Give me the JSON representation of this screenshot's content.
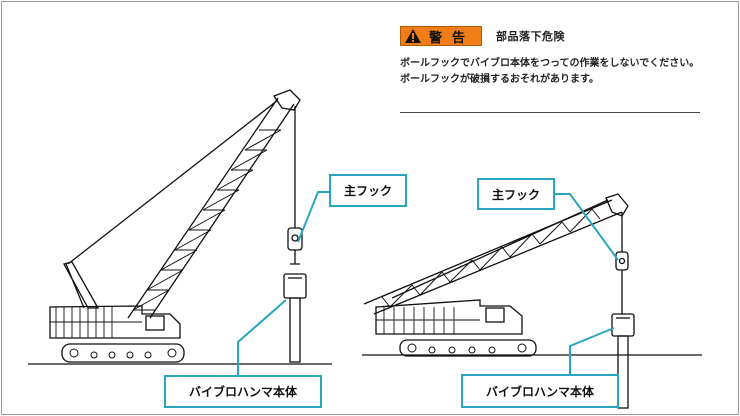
{
  "warning": {
    "badge_text": "警告",
    "title": "部品落下危険",
    "body_line1": "ボールフックでバイブロ本体をつっての作業をしないでください。",
    "body_line2": "ボールフックが破損するおそれがあります。",
    "badge_color": "#f07d18"
  },
  "labels": {
    "main_hook": "主フック",
    "vibro_hammer": "バイブロハンマ本体"
  },
  "colors": {
    "callout": "#2aa5bf",
    "line_art": "#111111"
  }
}
